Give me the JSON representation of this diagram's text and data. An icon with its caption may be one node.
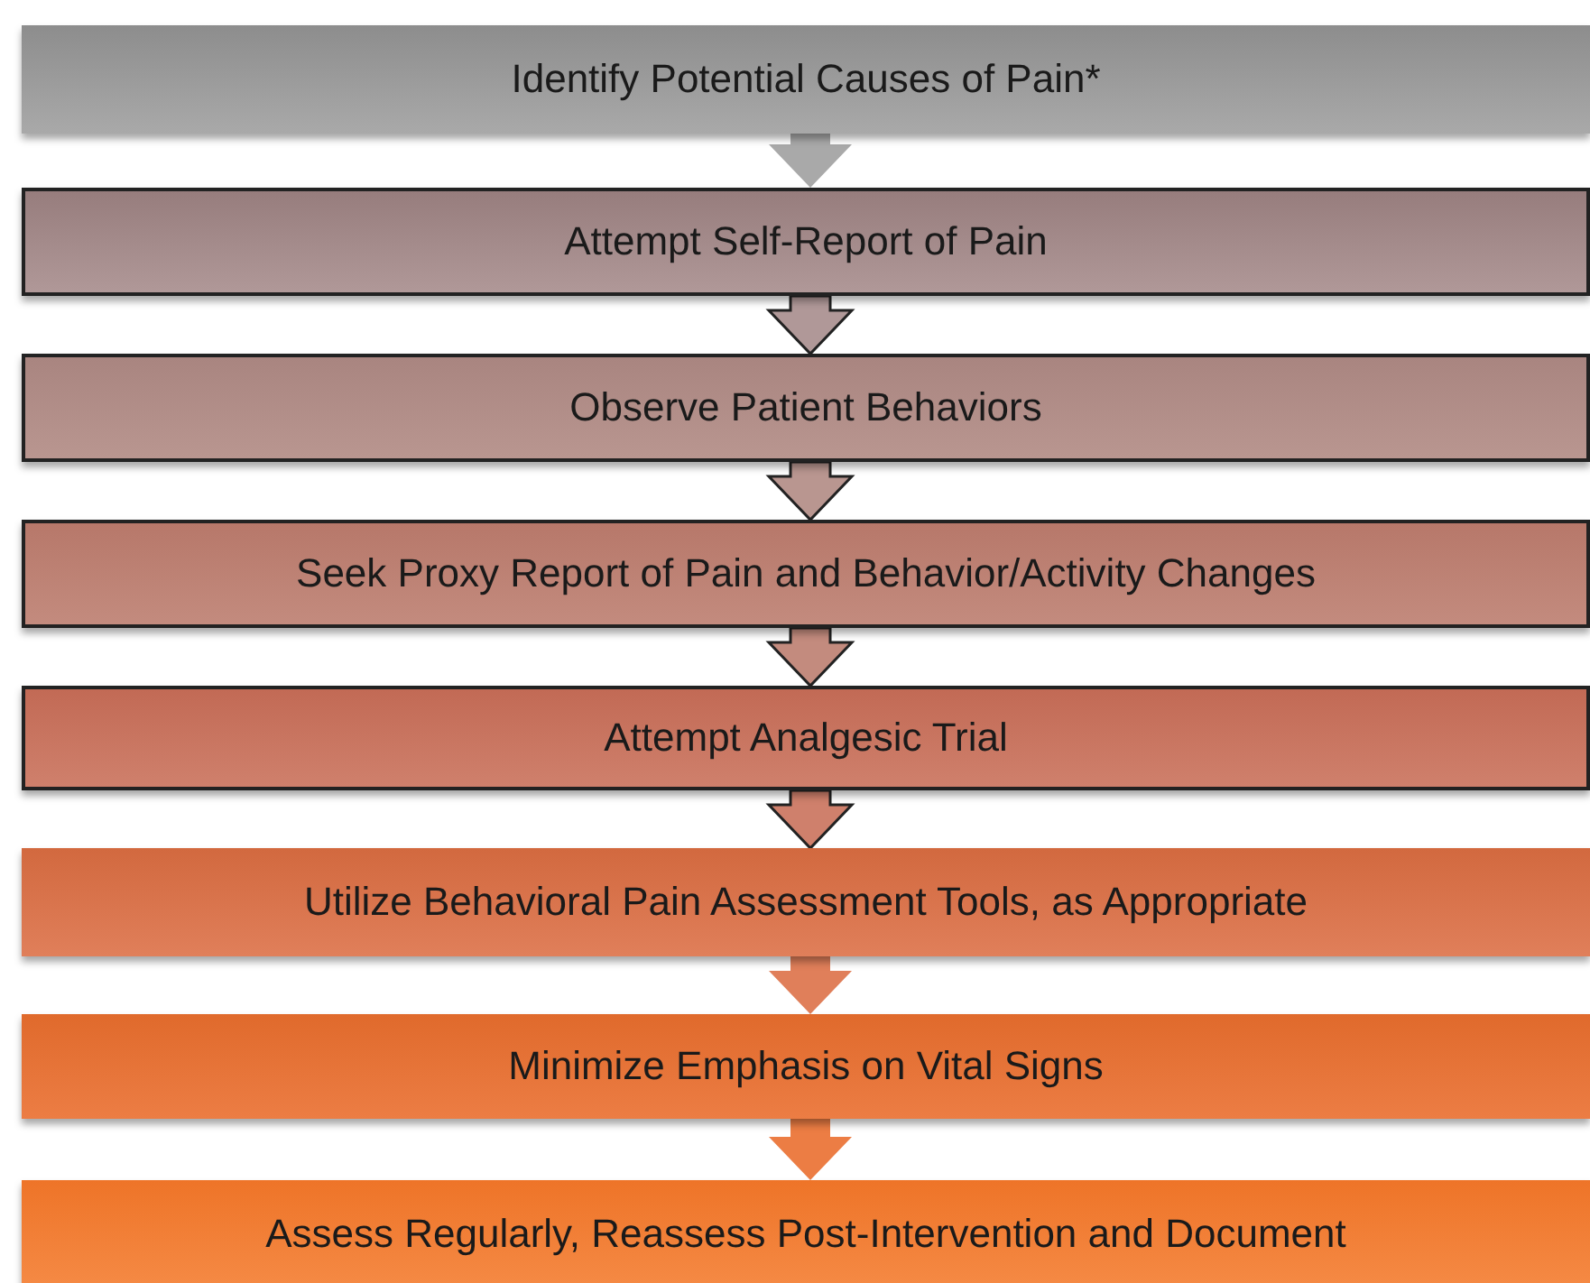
{
  "diagram": {
    "nodes": [
      {
        "text": [
          "Identify Potential Causes of Pain*"
        ]
      },
      {
        "text": [
          "Attempt Self-Report of Pain"
        ]
      },
      {
        "text": [
          "Observe Patient Behaviors"
        ]
      },
      {
        "text": [
          "Seek Proxy Report of Pain and Behavior/Activity Changes"
        ]
      },
      {
        "text": [
          "Attempt Analgesic Trial"
        ]
      },
      {
        "text": [
          "Utilize Behavioral Pain Assessment Tools, as Appropriate"
        ]
      },
      {
        "text": [
          "Minimize Emphasis on Vital Signs"
        ]
      },
      {
        "text": [
          "Assess Regularly, Reassess Post-Intervention and Document"
        ]
      }
    ],
    "edges": [
      {
        "from": 0,
        "to": 1,
        "arrow": "to"
      },
      {
        "from": 1,
        "to": 2,
        "arrow": "to"
      },
      {
        "from": 2,
        "to": 3,
        "arrow": "to"
      },
      {
        "from": 3,
        "to": 4,
        "arrow": "to"
      },
      {
        "from": 4,
        "to": 5,
        "arrow": "to"
      },
      {
        "from": 5,
        "to": 6,
        "arrow": "to"
      },
      {
        "from": 6,
        "to": 7,
        "arrow": "to"
      }
    ]
  }
}
